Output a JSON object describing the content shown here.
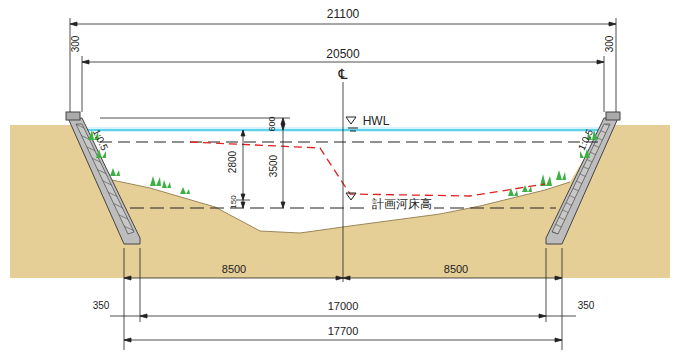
{
  "diagram": {
    "labels": [
      "21100",
      "300",
      "20500",
      "300",
      "℄",
      "HWL",
      "600",
      "1:0.5",
      "1:0.5",
      "2800",
      "3500",
      "150",
      "計画河床高",
      "8500",
      "8500",
      "350",
      "17000",
      "350",
      "17700"
    ]
  }
}
